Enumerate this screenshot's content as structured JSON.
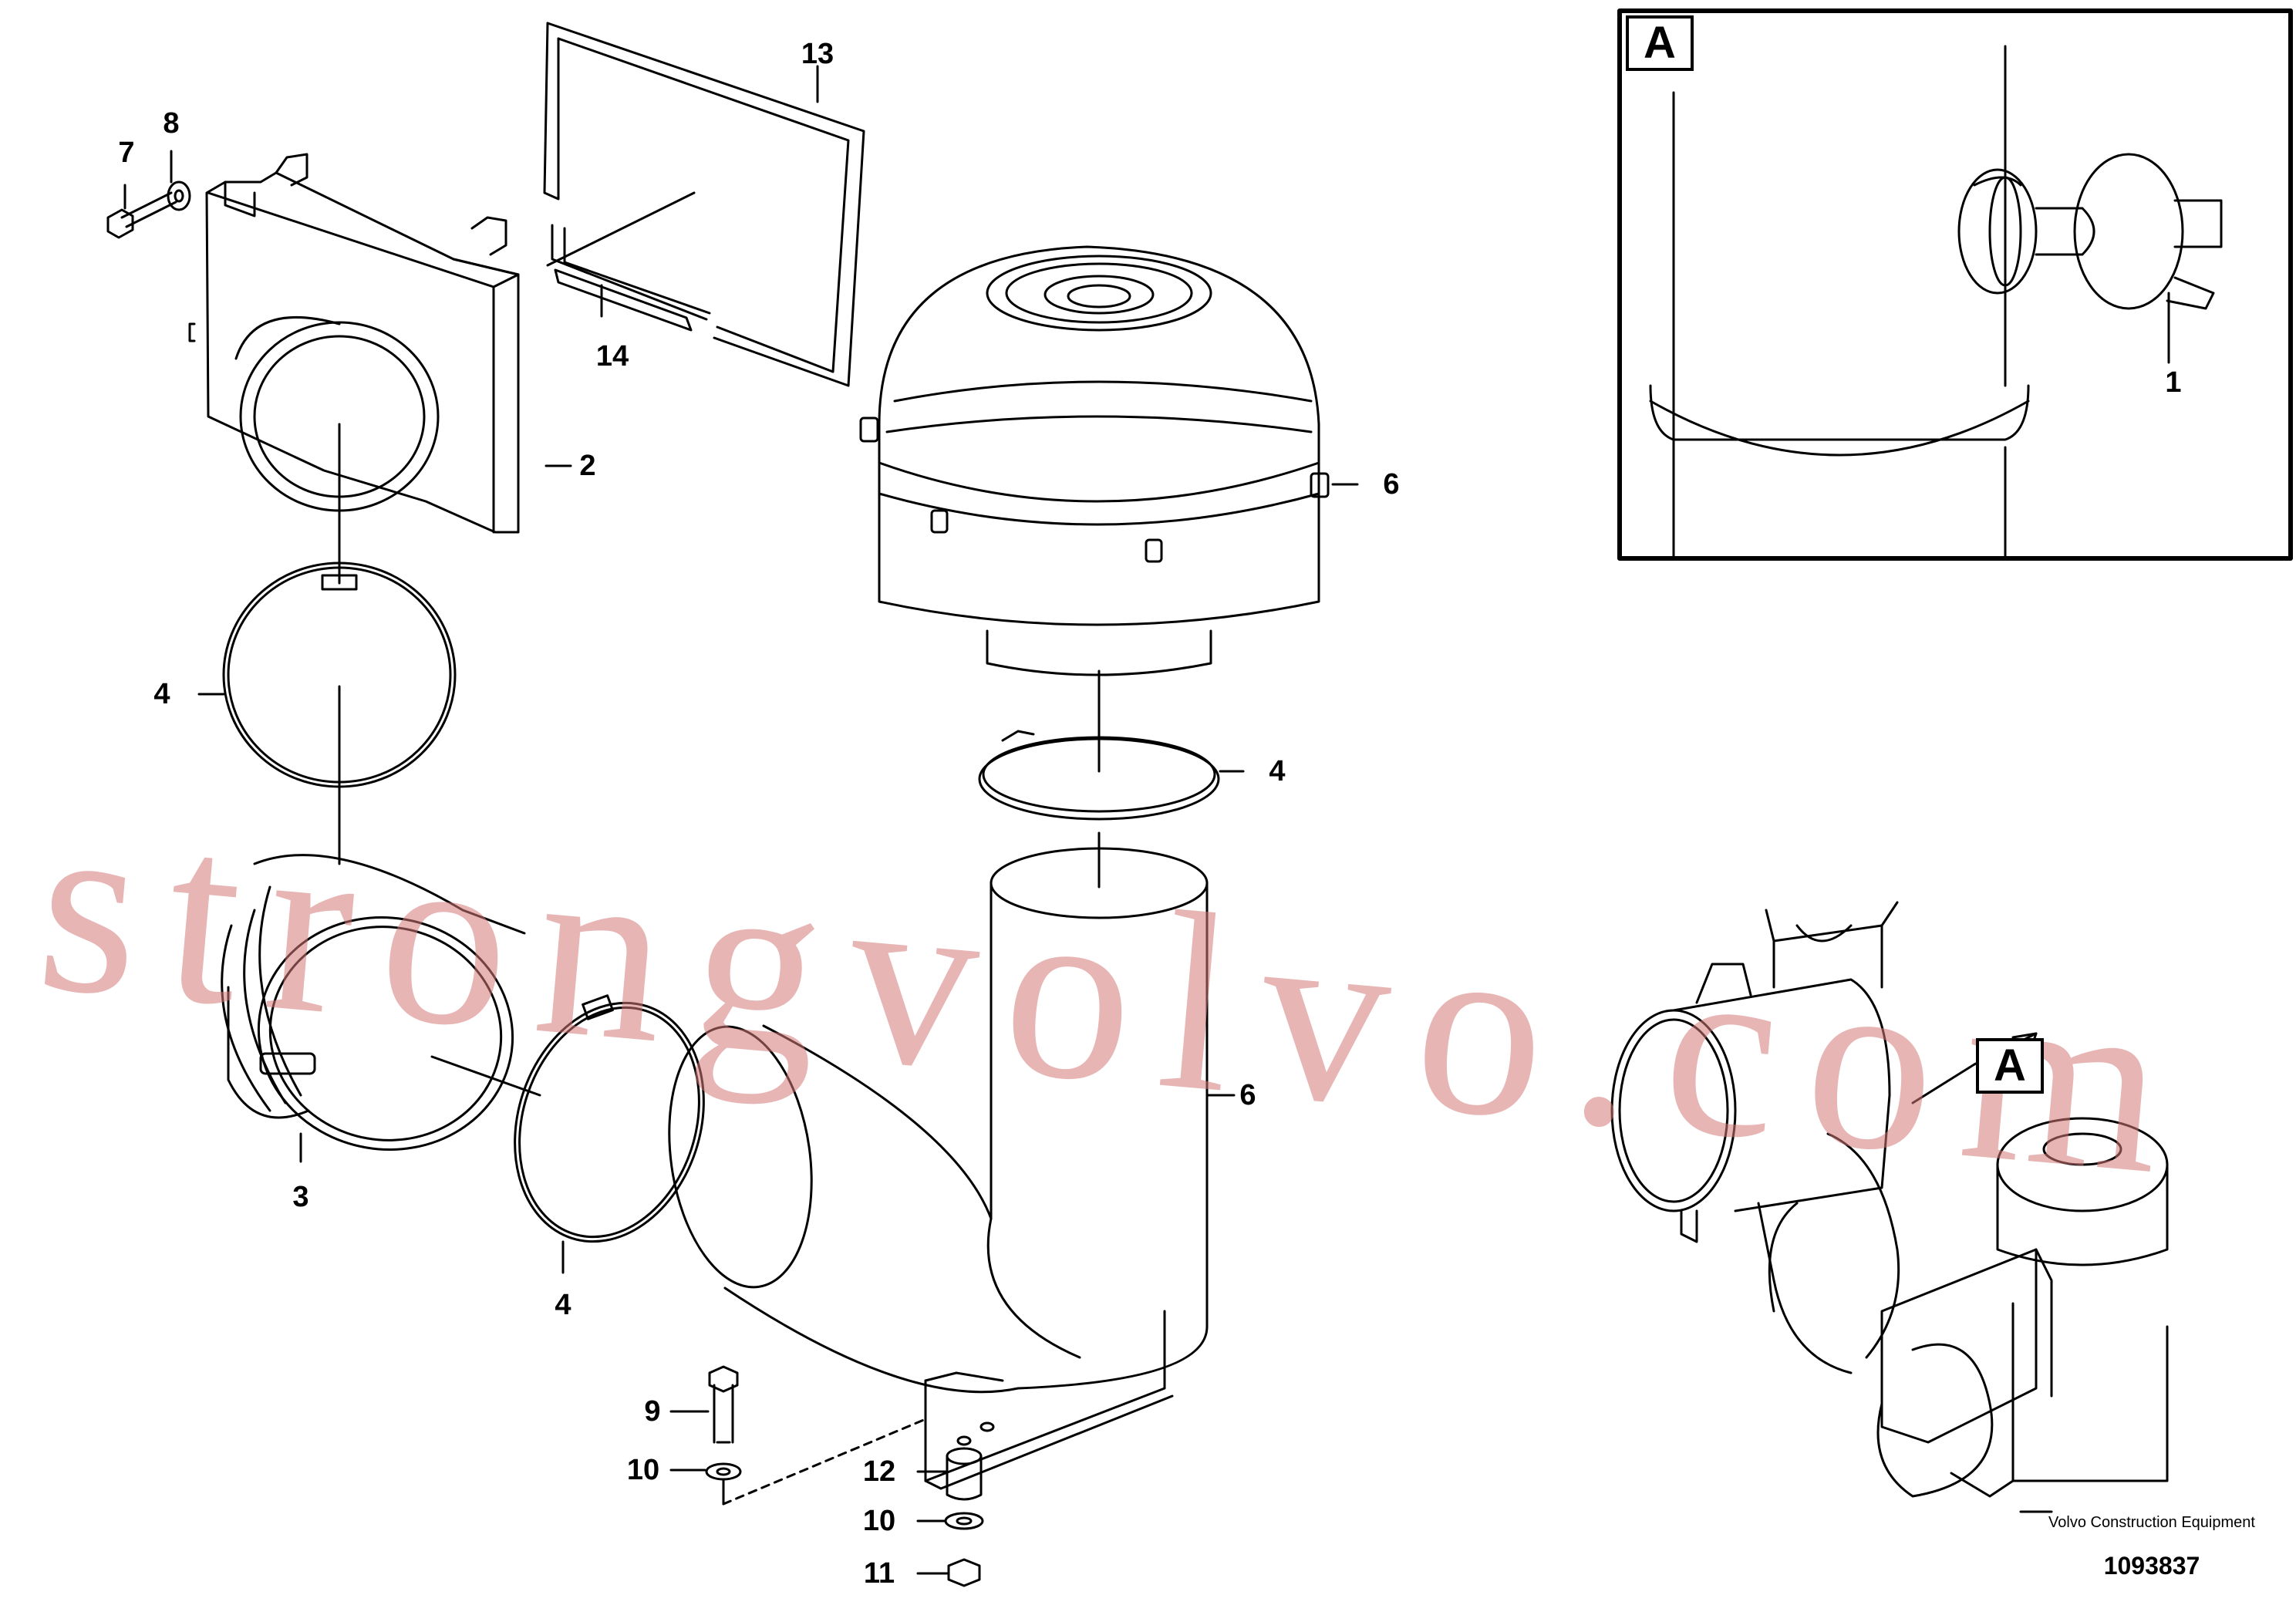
{
  "callouts": [
    "1",
    "2",
    "3",
    "4",
    "4",
    "4",
    "6",
    "7",
    "8",
    "9",
    "10",
    "10",
    "11",
    "12",
    "13",
    "14",
    "6"
  ],
  "detail_marker": "A",
  "watermark_text": "strongvolvo.com",
  "brand_name": "Volvo Construction Equipment",
  "drawing_number": "1093837"
}
